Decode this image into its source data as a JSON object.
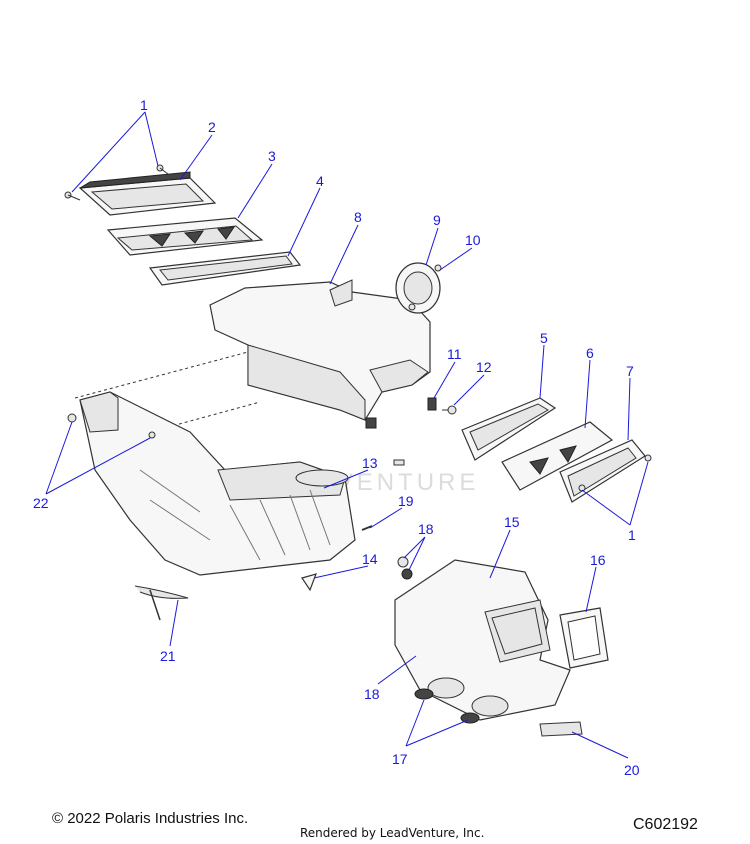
{
  "callouts": [
    "1",
    "2",
    "3",
    "4",
    "8",
    "9",
    "10",
    "11",
    "12",
    "5",
    "6",
    "7",
    "1",
    "13",
    "19",
    "22",
    "18",
    "15",
    "16",
    "14",
    "21",
    "18",
    "17",
    "20"
  ],
  "watermark": "LEADVENTURE",
  "footer": {
    "copyright": "© 2022 Polaris Industries Inc.",
    "rendered_by": "Rendered by LeadVenture, Inc.",
    "diagram_code": "C602192"
  }
}
